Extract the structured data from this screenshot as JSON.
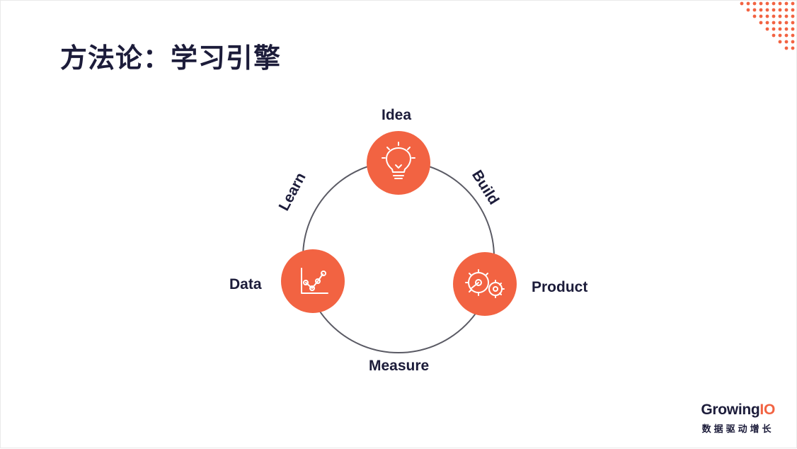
{
  "slide": {
    "title": "方法论：学习引擎"
  },
  "diagram": {
    "nodes": {
      "idea": {
        "label": "Idea",
        "icon": "lightbulb-icon"
      },
      "product": {
        "label": "Product",
        "icon": "gears-icon"
      },
      "data": {
        "label": "Data",
        "icon": "line-chart-icon"
      }
    },
    "edges": {
      "build": "Build",
      "measure": "Measure",
      "learn": "Learn"
    }
  },
  "logo": {
    "name_growing": "Growing",
    "name_io": "IO",
    "tagline": "数据驱动增长"
  },
  "colors": {
    "accent": "#f26342",
    "text": "#1c1c3a",
    "ring": "#5a5a64"
  }
}
